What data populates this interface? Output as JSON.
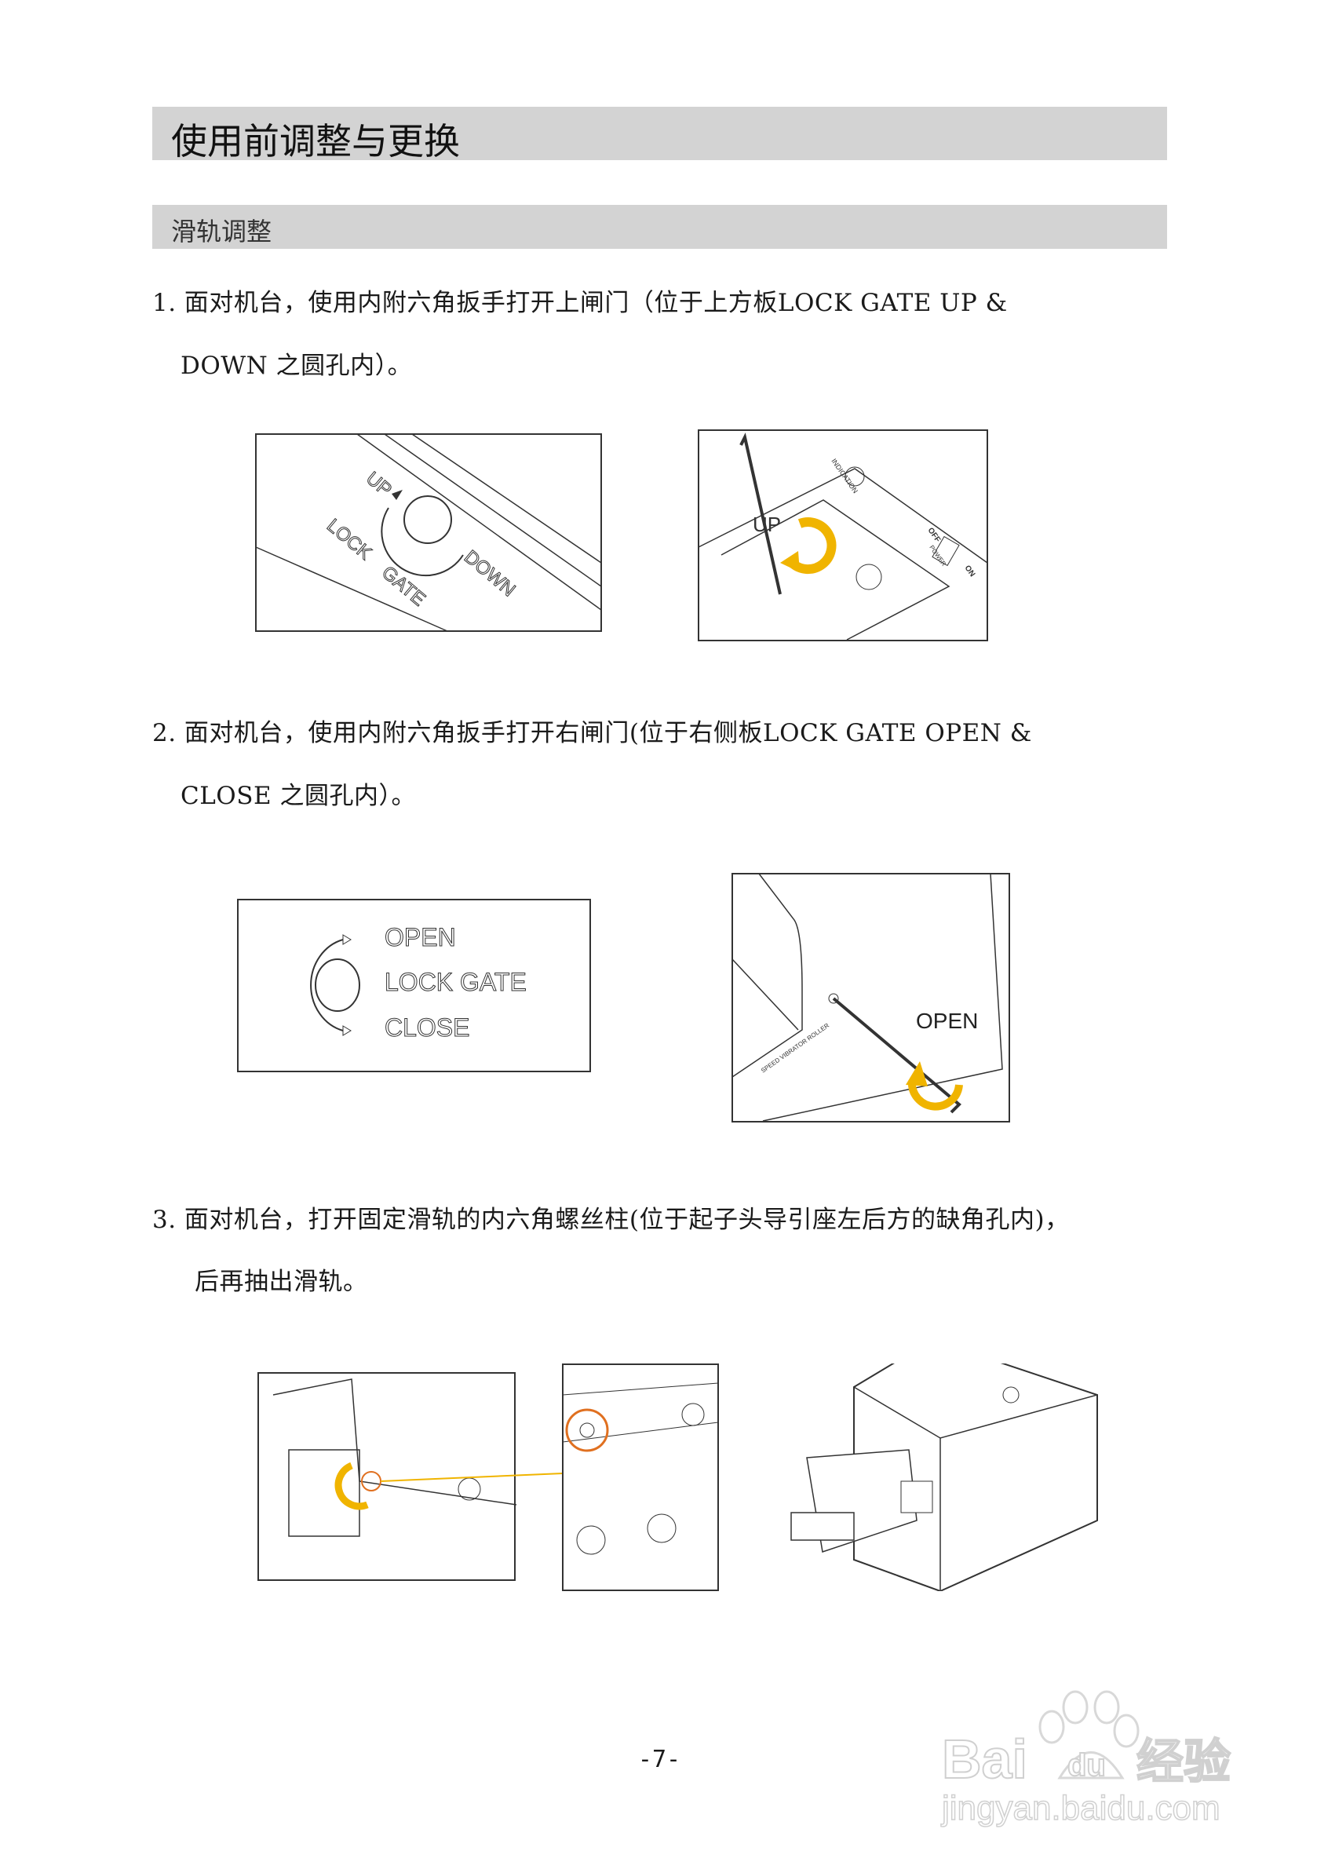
{
  "page": {
    "title": "使用前调整与更换",
    "section": "滑轨调整",
    "page_number": "-7-"
  },
  "steps": [
    {
      "line1": "1. 面对机台，使用内附六角扳手打开上闸门（位于上方板LOCK GATE UP &",
      "line2": "DOWN 之圆孔内）。"
    },
    {
      "line1": "2. 面对机台，使用内附六角扳手打开右闸门(位于右侧板LOCK GATE OPEN &",
      "line2": "CLOSE 之圆孔内）。"
    },
    {
      "line1": "3.  面对机台，打开固定滑轨的内六角螺丝柱(位于起子头导引座左后方的缺角孔内)，",
      "line2": "后再抽出滑轨。"
    }
  ],
  "figures": {
    "fig1_left": {
      "up": "UP",
      "down": "DOWN",
      "lock": "LOCK",
      "gate": "GATE"
    },
    "fig1_right": {
      "up": "UP",
      "indication": "INDICATION",
      "power": "POWER",
      "off": "OFF",
      "on": "ON"
    },
    "fig2_left": {
      "open": "OPEN",
      "lock_gate": "LOCK  GATE",
      "close": "CLOSE"
    },
    "fig2_right": {
      "open": "OPEN",
      "panel": "SPEED VIBRATOR ROLLER"
    }
  },
  "watermark": {
    "logo": "Baidu经验",
    "url": "jingyan.baidu.com"
  },
  "colors": {
    "accent_arrow": "#f0b400",
    "highlight_circle": "#e07020",
    "bar": "#d3d3d3"
  }
}
